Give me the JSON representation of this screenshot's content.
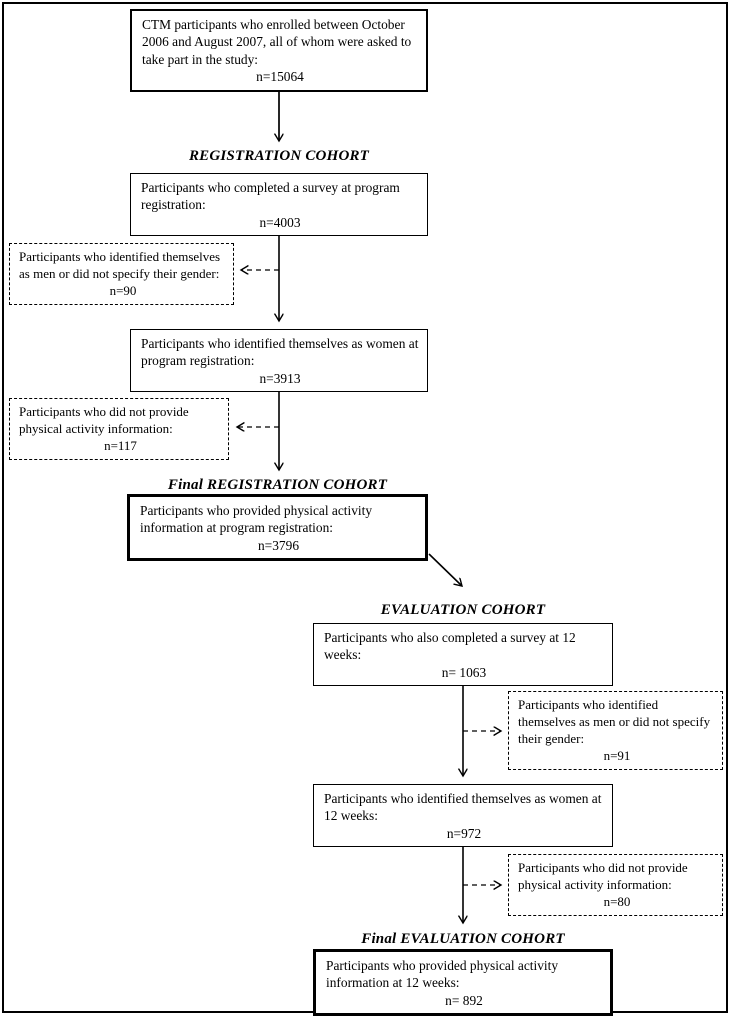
{
  "diagram": {
    "type": "participant-flow-chart",
    "colors": {
      "line": "#000000",
      "background": "#ffffff",
      "text": "#000000"
    },
    "labels": {
      "registration_cohort": "REGISTRATION COHORT",
      "final_registration_cohort": "Final REGISTRATION COHORT",
      "evaluation_cohort": "EVALUATION COHORT",
      "final_evaluation_cohort": "Final EVALUATION COHORT"
    },
    "boxes": {
      "enrolled": {
        "text": "CTM participants who enrolled between October 2006 and August 2007, all of whom were asked to take part in the study:",
        "n": "n=15064"
      },
      "registration_survey": {
        "text": "Participants who completed a survey at program registration:",
        "n": "n=4003"
      },
      "excluded_men_registration": {
        "text": "Participants who identified themselves as men or did not specify their gender:",
        "n": "n=90"
      },
      "women_registration": {
        "text": "Participants who identified themselves as women at program registration:",
        "n": "n=3913"
      },
      "excluded_no_activity_registration": {
        "text": "Participants who did not provide physical activity information:",
        "n": "n=117"
      },
      "final_registration": {
        "text": "Participants who provided physical activity information at program registration:",
        "n": "n=3796"
      },
      "evaluation_survey": {
        "text": "Participants who also completed a survey at 12 weeks:",
        "n": "n= 1063"
      },
      "excluded_men_12weeks": {
        "text": "Participants who identified themselves as men or did not specify their gender:",
        "n": "n=91"
      },
      "women_12weeks": {
        "text": "Participants who identified themselves as women at 12 weeks:",
        "n": "n=972"
      },
      "excluded_no_activity_12weeks": {
        "text": "Participants who did not provide physical activity information:",
        "n": "n=80"
      },
      "final_evaluation": {
        "text": "Participants who provided physical activity information at 12 weeks:",
        "n": "n= 892"
      }
    }
  }
}
